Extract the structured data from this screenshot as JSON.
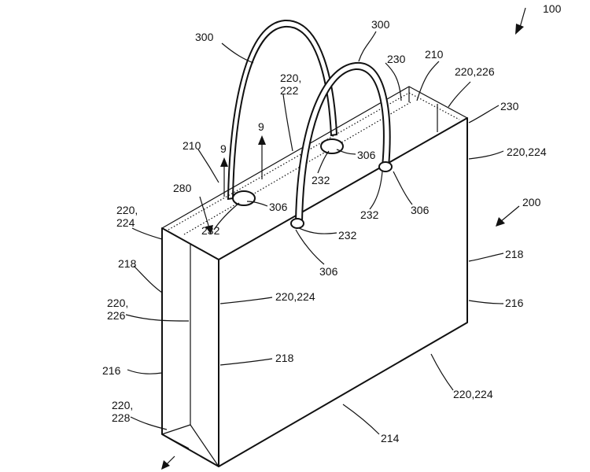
{
  "labels": {
    "l100": "100",
    "l200": "200",
    "l300a": "300",
    "l300b": "300",
    "l230a": "230",
    "l230b": "230",
    "l210a": "210",
    "l210b": "210",
    "l220_226a": "220,226",
    "l220_222": [
      "220,",
      "222"
    ],
    "l220_224r1": "220,224",
    "l220_224r2": "220,224",
    "l220_224c": "220,224",
    "l220_224l": [
      "220,",
      "224"
    ],
    "l220_226l": [
      "220,",
      "226"
    ],
    "l220_228": [
      "220,",
      "228"
    ],
    "l9a": "9",
    "l9b": "9",
    "l280": "280",
    "l306a": "306",
    "l306b": "306",
    "l306c": "306",
    "l306d": "306",
    "l232a": "232",
    "l232b": "232",
    "l232c": "232",
    "l232d": "232",
    "l218a": "218",
    "l218b": "218",
    "l218c": "218",
    "l216a": "216",
    "l216b": "216",
    "l214": "214"
  }
}
